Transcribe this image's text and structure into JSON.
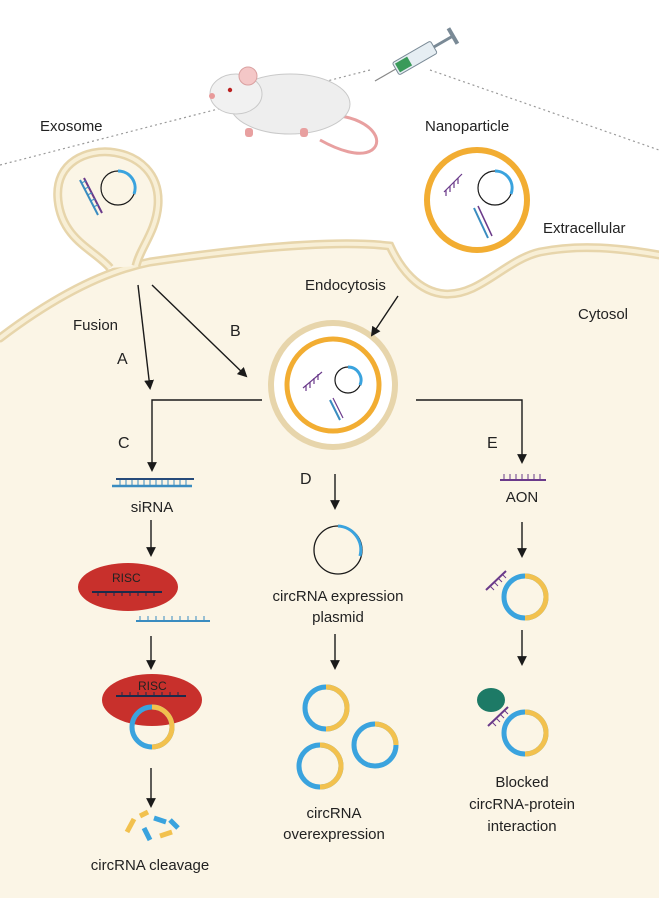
{
  "regions": {
    "extracellular": "Extracellular",
    "cytosol": "Cytosol"
  },
  "carriers": {
    "exosome": "Exosome",
    "nanoparticle": "Nanoparticle"
  },
  "routes": {
    "fusion": "Fusion",
    "endocytosis": "Endocytosis",
    "A": "A",
    "B": "B",
    "C": "C",
    "D": "D",
    "E": "E"
  },
  "pathway_c": {
    "sirna": "siRNA",
    "risc_1": "RISC",
    "risc_2": "RISC",
    "outcome": "circRNA cleavage"
  },
  "pathway_d": {
    "plasmid_line1": "circRNA expression",
    "plasmid_line2": "plasmid",
    "outcome_line1": "circRNA",
    "outcome_line2": "overexpression"
  },
  "pathway_e": {
    "aon": "AON",
    "outcome_line1": "Blocked",
    "outcome_line2": "circRNA-protein",
    "outcome_line3": "interaction"
  },
  "colors": {
    "cytosol_fill": "#fbf5e6",
    "membrane": "#e9d7ae",
    "nanoparticle_ring": "#f2ad32",
    "risc": "#c8302c",
    "circ_blue": "#3aa3de",
    "circ_yellow": "#f2c14e",
    "protein": "#1d7a66",
    "strand_purple": "#6a3a8a",
    "strand_blue": "#3a8cc0"
  }
}
